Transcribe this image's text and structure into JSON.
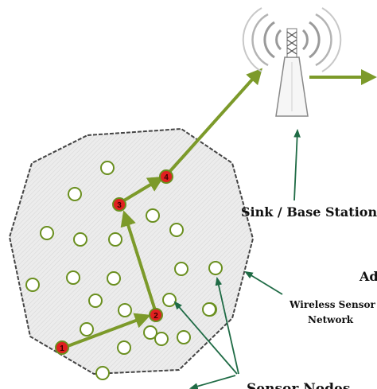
{
  "labels": {
    "sink": "Sink / Base Station",
    "sensor_nodes": "Sensor Nodes",
    "wsn_line1": "Wireless Sensor",
    "wsn_line2": "Network",
    "partial": "Ad"
  },
  "hop_nodes": [
    "1",
    "2",
    "3",
    "4"
  ],
  "colors": {
    "path_arrow": "#7c9a2a",
    "node_stroke": "#6a8f1f",
    "pointer_arrow": "#1f6b45",
    "hop_fill": "#e02020",
    "region_fill": "#e9e9e9",
    "region_border": "#555555"
  },
  "icons": [
    "antenna-tower-icon",
    "signal-waves-icon"
  ]
}
